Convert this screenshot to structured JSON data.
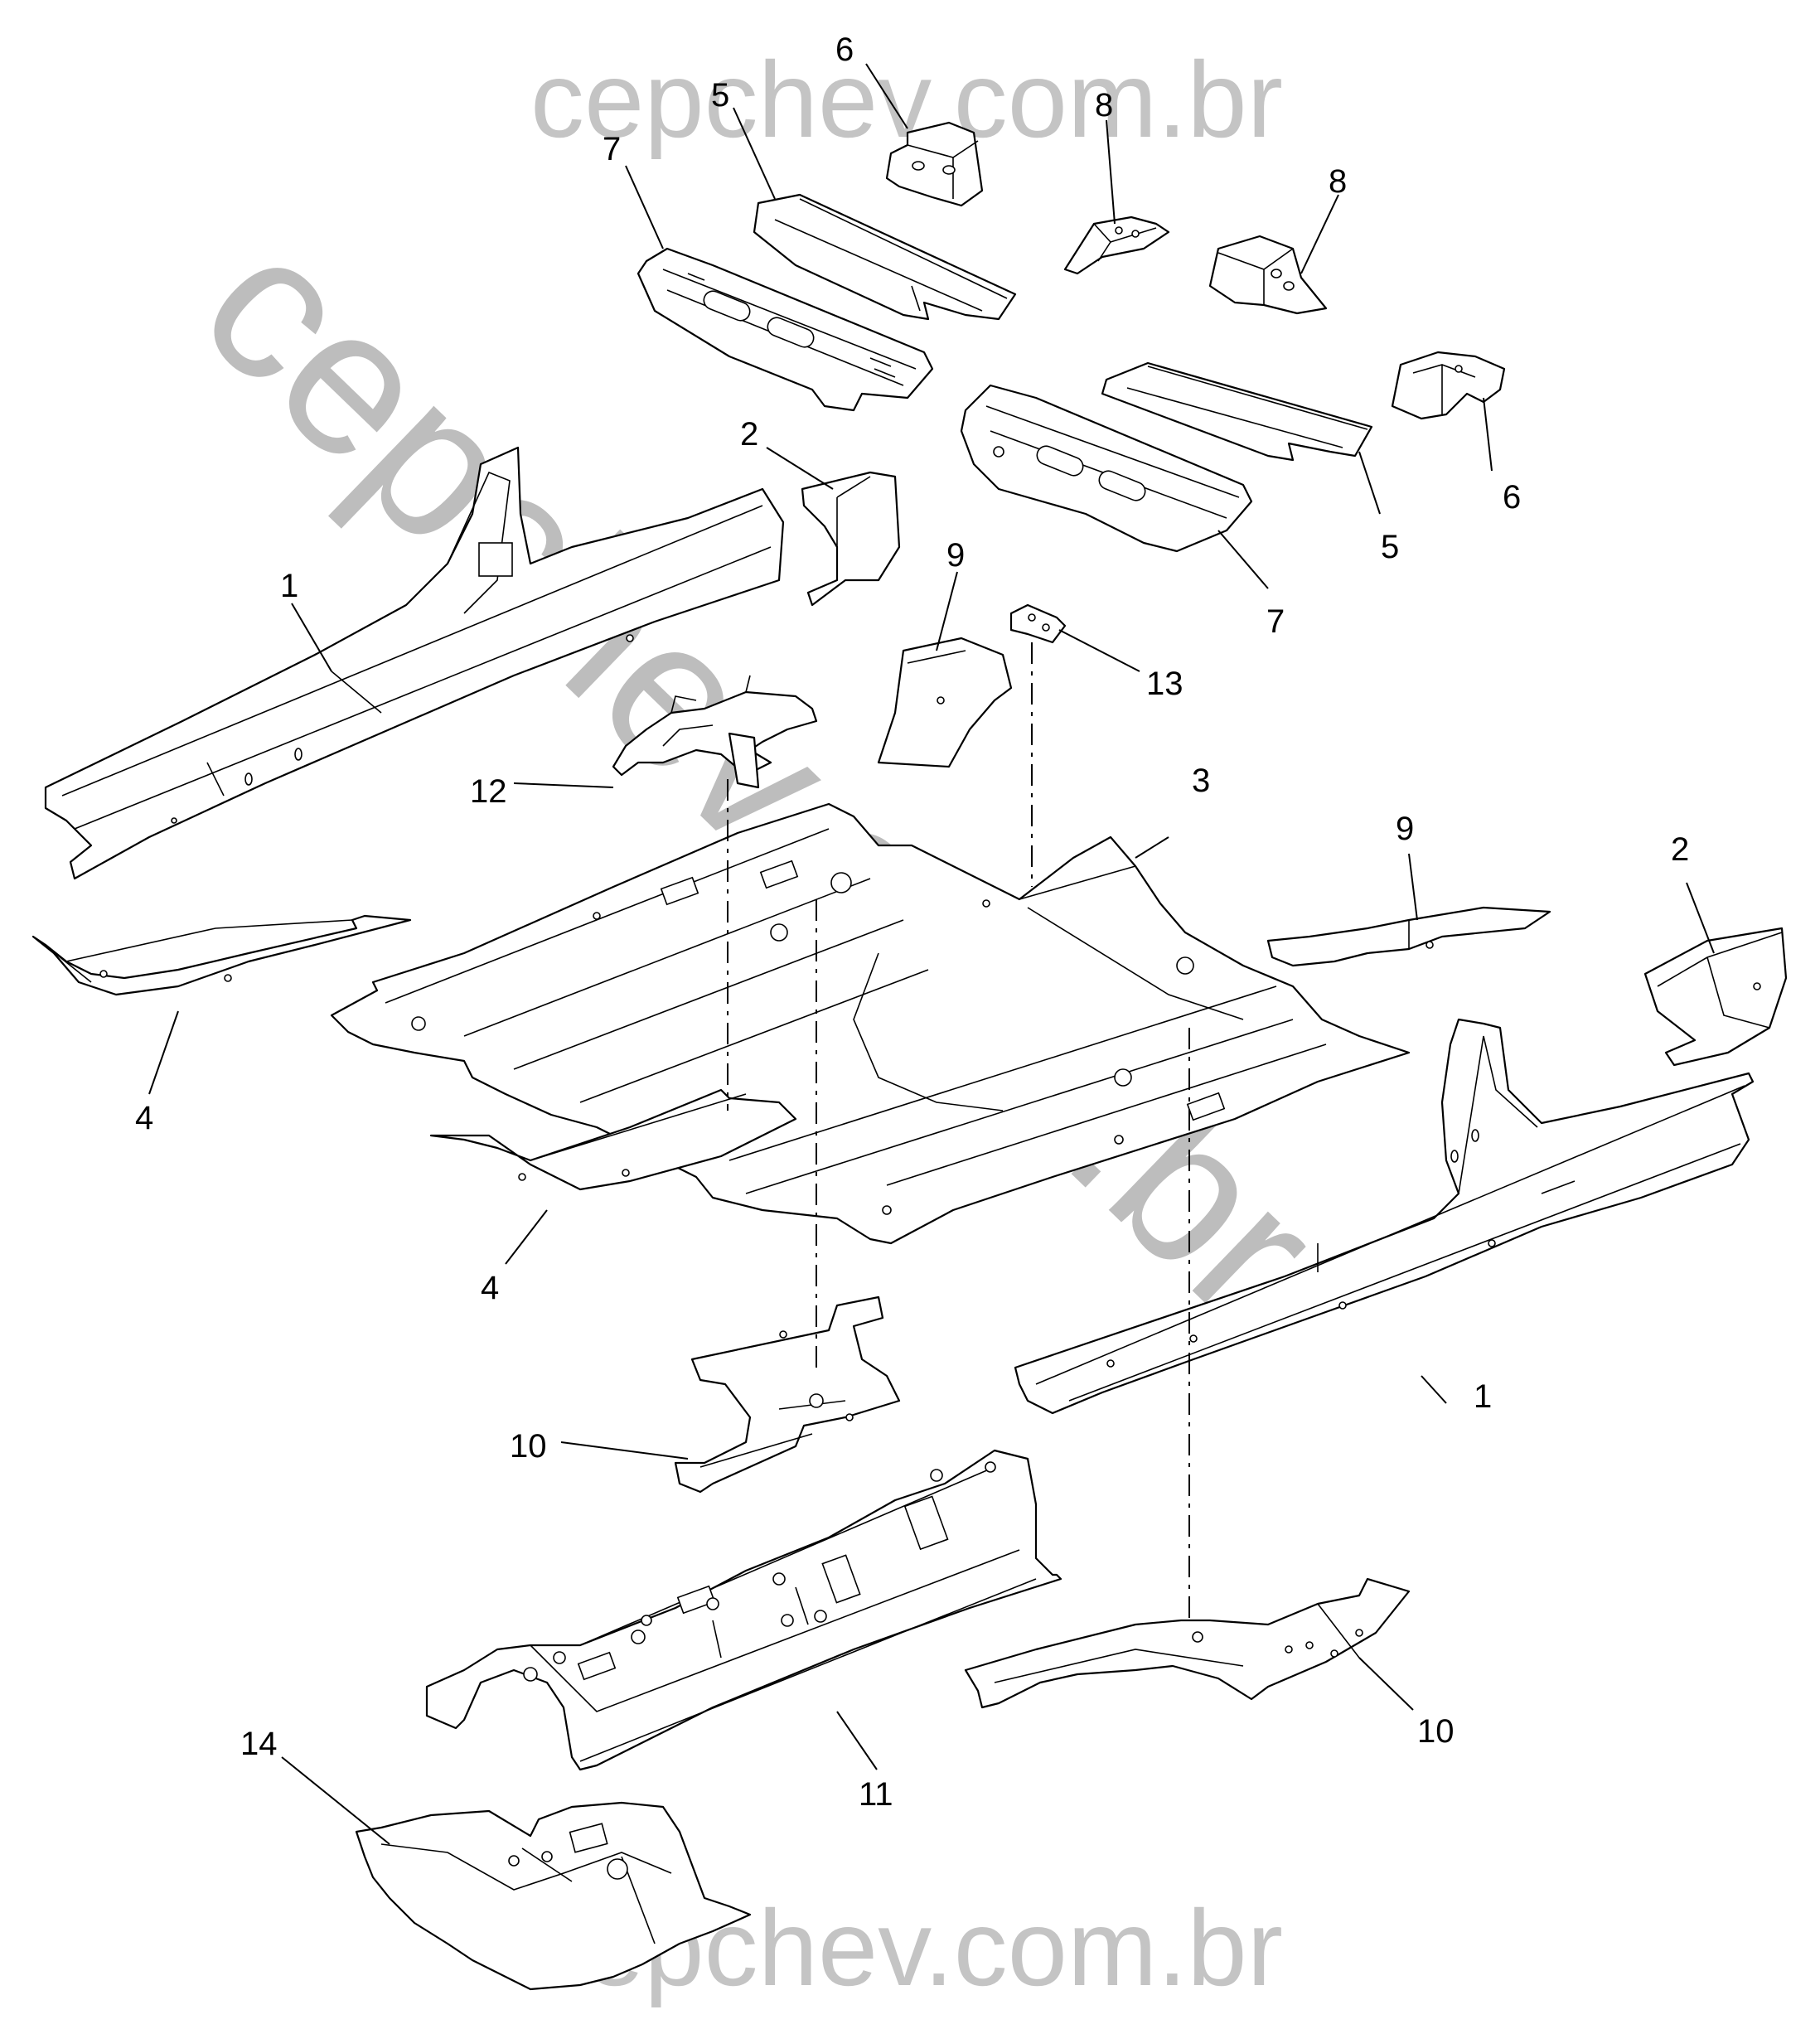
{
  "watermark": {
    "diagonal": "cepchev.com.br",
    "top": "cepchev.com.br",
    "bottom": "cepchev.com.br",
    "color": "#bdbdbd"
  },
  "callouts": {
    "c1_left": "1",
    "c1_right": "1",
    "c2_top": "2",
    "c2_right": "2",
    "c3": "3",
    "c4_upper": "4",
    "c4_lower": "4",
    "c5_top": "5",
    "c5_right": "5",
    "c6_top": "6",
    "c6_right": "6",
    "c7_top": "7",
    "c7_right": "7",
    "c8_left": "8",
    "c8_right": "8",
    "c9_left": "9",
    "c9_right": "9",
    "c10_left": "10",
    "c10_right": "10",
    "c11": "11",
    "c12": "12",
    "c13": "13",
    "c14": "14"
  }
}
